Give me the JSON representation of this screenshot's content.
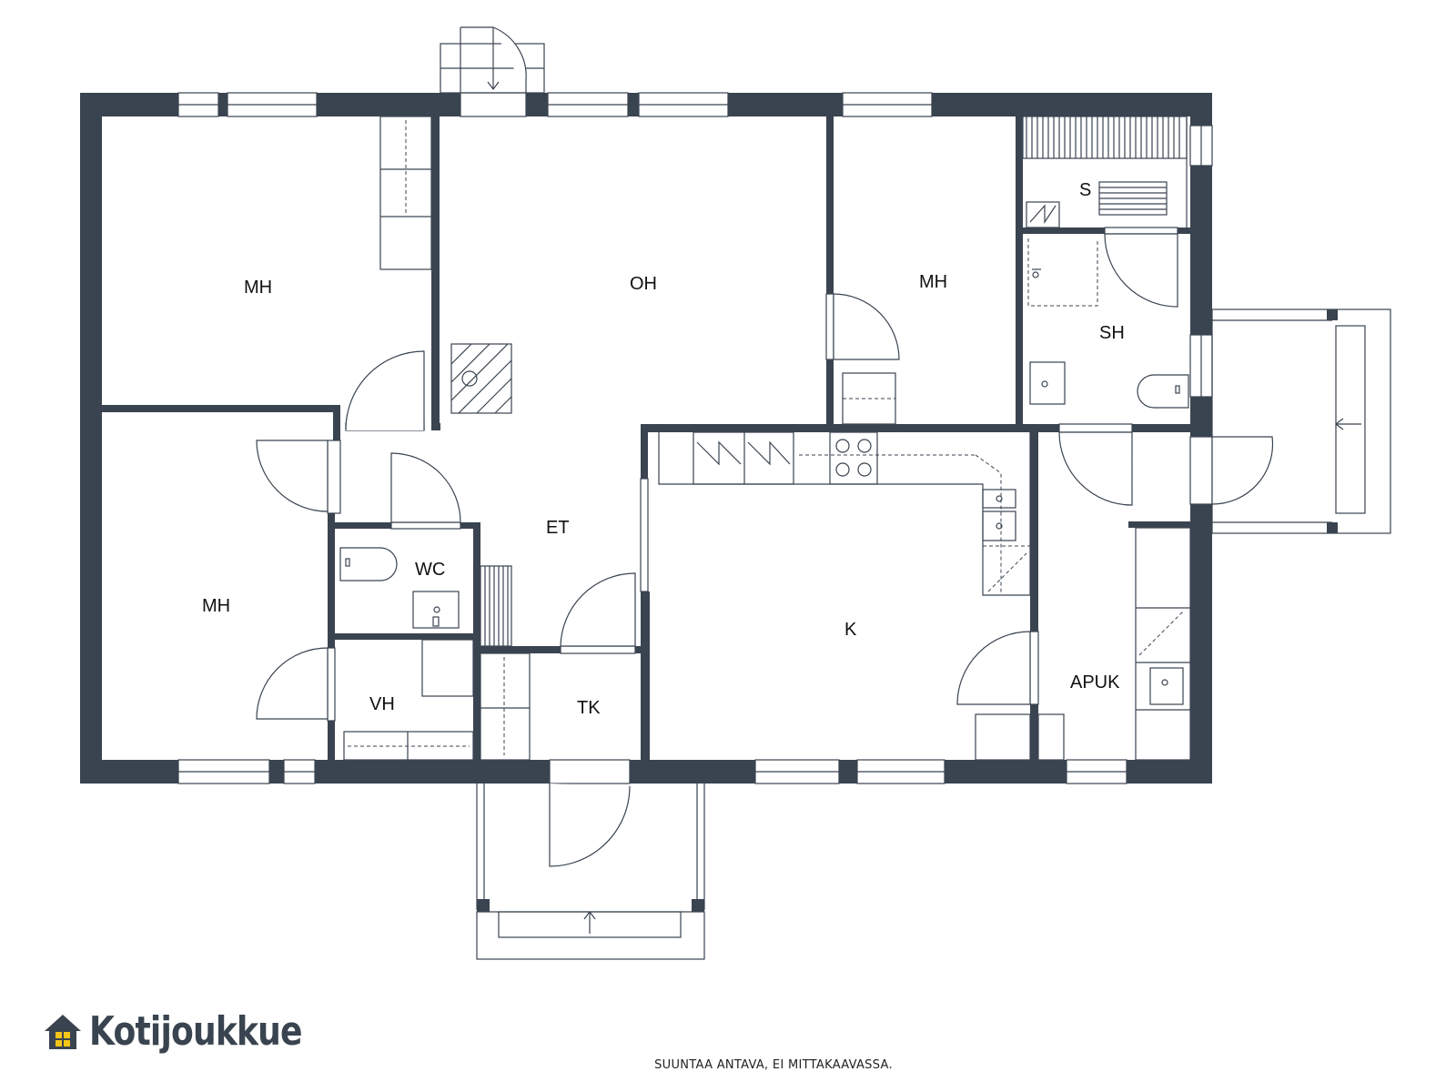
{
  "rooms": {
    "mh_top_left": "MH",
    "oh": "OH",
    "mh_top_right": "MH",
    "s": "S",
    "sh": "SH",
    "mh_bottom_left": "MH",
    "et": "ET",
    "wc": "WC",
    "vh": "VH",
    "tk": "TK",
    "k": "K",
    "apuk": "APUK"
  },
  "footer": {
    "note": "SUUNTAA ANTAVA, EI MITTAKAAVASSA.",
    "brand": "Kotijoukkue"
  },
  "colors": {
    "wall": "#3a4450",
    "logo_window": "#f5c518"
  },
  "icons": [
    "house-logo-icon",
    "entrance-arrow-icon"
  ]
}
